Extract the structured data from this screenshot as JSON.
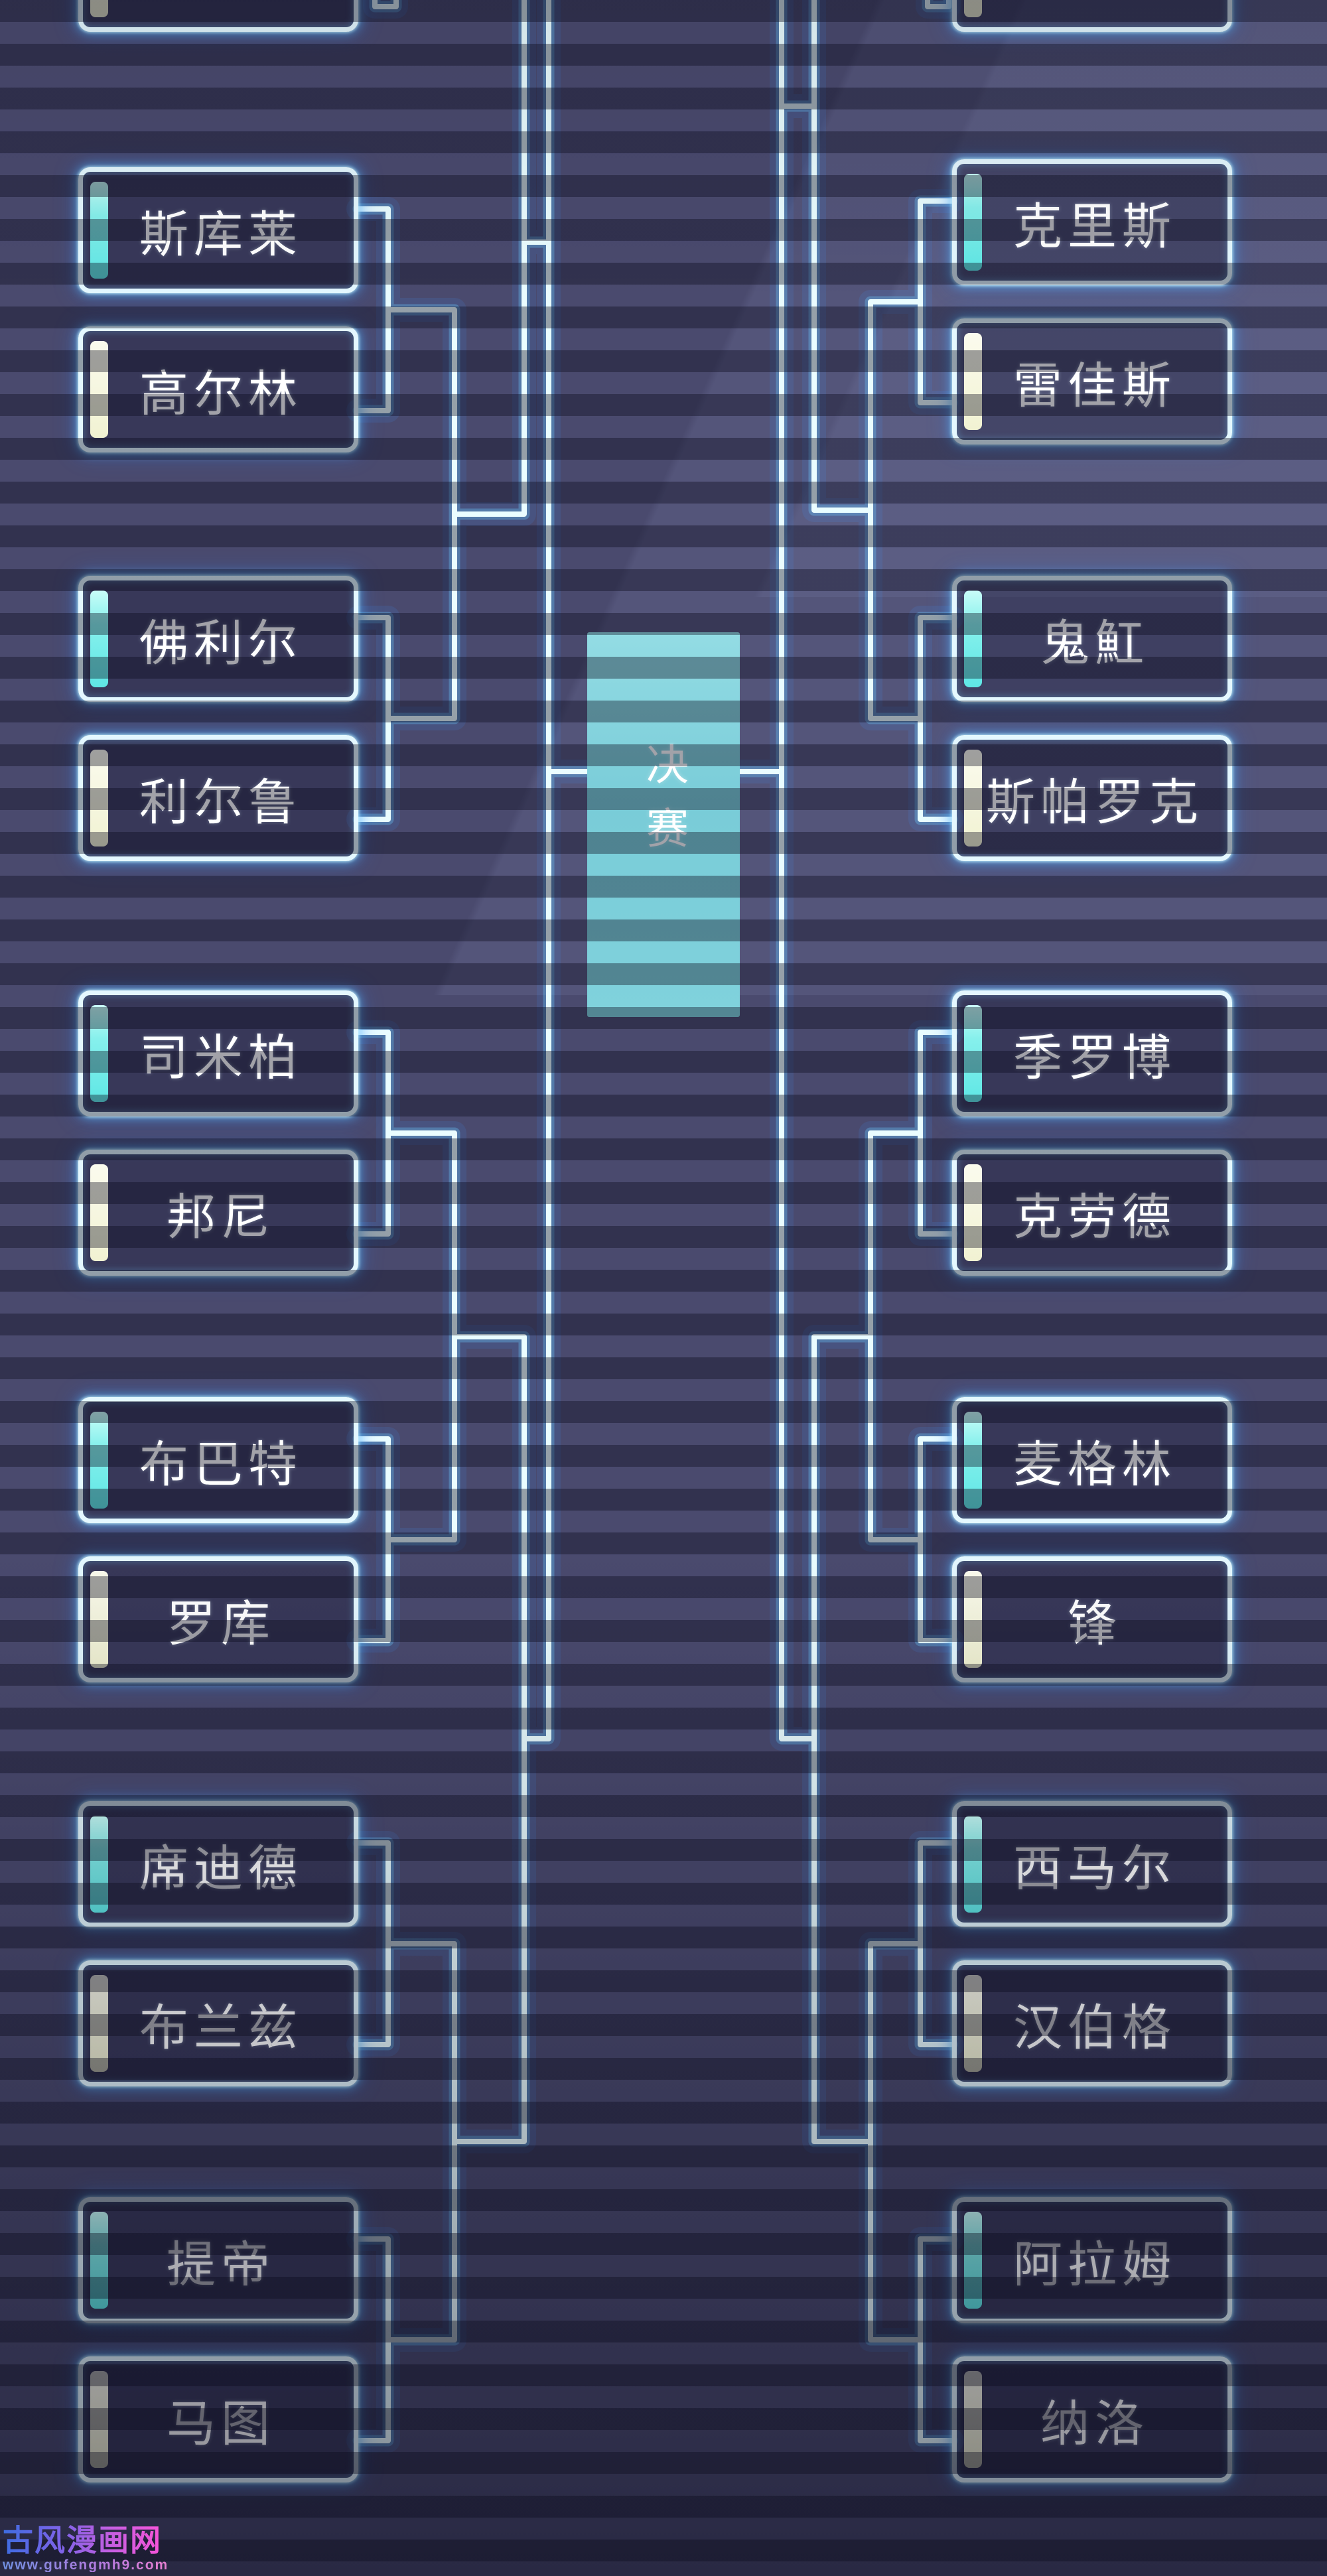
{
  "final_box": {
    "label": "决赛"
  },
  "bracket": {
    "left_column": [
      {
        "name": "",
        "tab": "cream",
        "partial": true
      },
      {
        "name": "斯库莱",
        "tab": "cyan"
      },
      {
        "name": "高尔林",
        "tab": "cream"
      },
      {
        "name": "佛利尔",
        "tab": "cyan"
      },
      {
        "name": "利尔鲁",
        "tab": "cream"
      },
      {
        "name": "司米柏",
        "tab": "cyan"
      },
      {
        "name": "邦尼",
        "tab": "cream"
      },
      {
        "name": "布巴特",
        "tab": "cyan"
      },
      {
        "name": "罗库",
        "tab": "cream"
      },
      {
        "name": "席迪德",
        "tab": "cyan"
      },
      {
        "name": "布兰兹",
        "tab": "cream"
      },
      {
        "name": "提帝",
        "tab": "cyan"
      },
      {
        "name": "马图",
        "tab": "cream"
      }
    ],
    "right_column": [
      {
        "name": "",
        "tab": "cream",
        "partial": true
      },
      {
        "name": "克里斯",
        "tab": "cyan"
      },
      {
        "name": "雷佳斯",
        "tab": "cream"
      },
      {
        "name": "鬼魟",
        "tab": "cyan"
      },
      {
        "name": "斯帕罗克",
        "tab": "cream"
      },
      {
        "name": "季罗博",
        "tab": "cyan"
      },
      {
        "name": "克劳德",
        "tab": "cream"
      },
      {
        "name": "麦格林",
        "tab": "cyan"
      },
      {
        "name": "锋",
        "tab": "cream"
      },
      {
        "name": "西马尔",
        "tab": "cyan"
      },
      {
        "name": "汉伯格",
        "tab": "cream"
      },
      {
        "name": "阿拉姆",
        "tab": "cyan"
      },
      {
        "name": "纳洛",
        "tab": "cream"
      }
    ]
  },
  "watermark": {
    "site_name": "古风漫画网",
    "url": "www.gufengmh9.com"
  },
  "colors": {
    "background": "#4a4a6e",
    "scanline": "#30304c",
    "neon_core": "#eafdff",
    "neon_glow": "#58b6ff",
    "tab_cyan": "#86f0ec",
    "tab_cream": "#f3f4d8",
    "final_box_fill": "#7ecfdb",
    "name_text": "#ffffff",
    "watermark_gradient_start": "#3d6ce0",
    "watermark_gradient_end": "#ff52d8"
  }
}
